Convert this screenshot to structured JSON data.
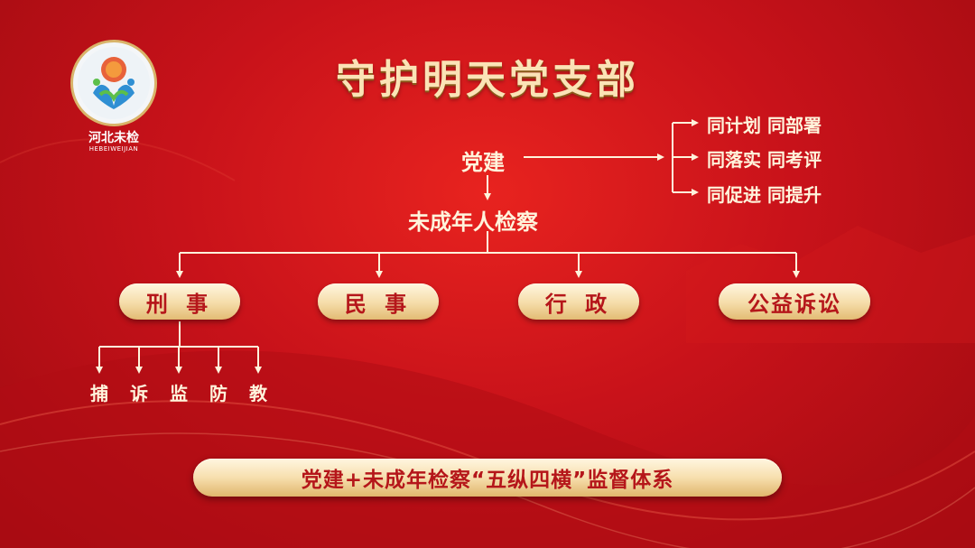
{
  "logo": {
    "name": "河北未检",
    "subname": "HEBEIWEIJIAN"
  },
  "title": "守护明天党支部",
  "nodes": {
    "party_building": "党建",
    "juvenile_procuratorate": "未成年人检察"
  },
  "right_items": [
    "同计划 同部署",
    "同落实 同考评",
    "同促进 同提升"
  ],
  "branches": [
    "刑 事",
    "民 事",
    "行 政",
    "公益诉讼"
  ],
  "criminal_subitems": [
    "捕",
    "诉",
    "监",
    "防",
    "教"
  ],
  "banner": "党建+未成年检察“五纵四横”监督体系",
  "colors": {
    "accent": "#fbe3b6",
    "background": "#c8121a",
    "pill_text": "#b5161a"
  },
  "icons": {
    "logo": "emblem-icon"
  }
}
